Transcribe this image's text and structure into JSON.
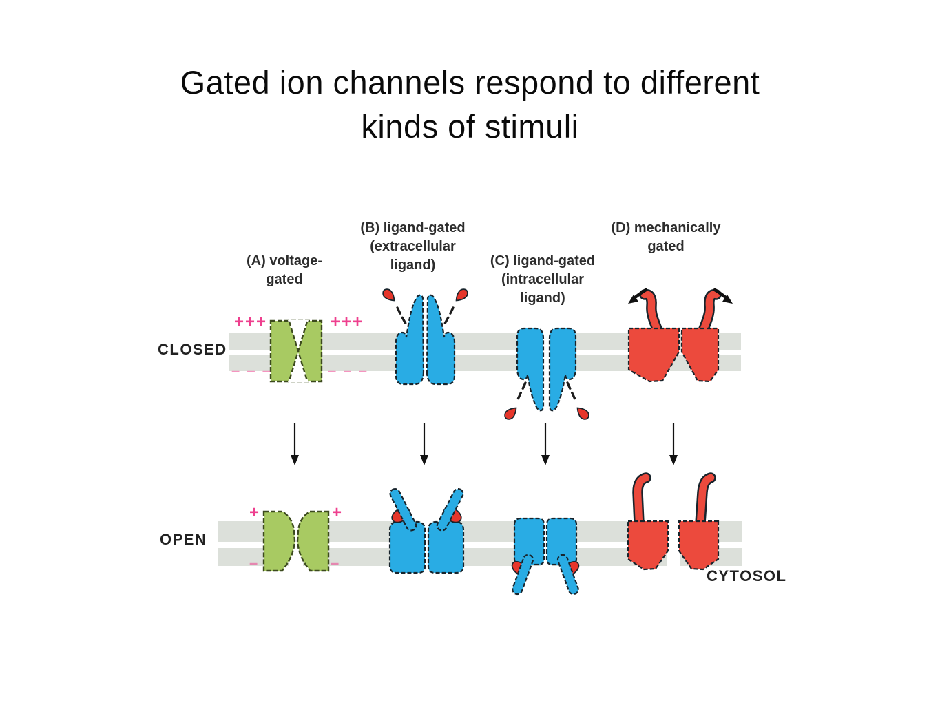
{
  "slide": {
    "title_line1": "Gated ion channels respond to different",
    "title_line2": "kinds of stimuli"
  },
  "diagram": {
    "row_labels": {
      "closed": "CLOSED",
      "open": "OPEN",
      "cytosol": "CYTOSOL"
    },
    "channels": {
      "a": {
        "label_line1": "(A) voltage-",
        "label_line2": "gated"
      },
      "b": {
        "label_line1": "(B) ligand-gated",
        "label_line2": "(extracellular",
        "label_line3": "ligand)"
      },
      "c": {
        "label_line1": "(C) ligand-gated",
        "label_line2": "(intracellular",
        "label_line3": "ligand)"
      },
      "d": {
        "label_line1": "(D) mechanically",
        "label_line2": "gated"
      }
    },
    "charges": {
      "closed_plus": "+++",
      "closed_minus": "– – –",
      "open_plus": "+",
      "open_minus": "–"
    },
    "colors": {
      "membrane_gray": "#dce0da",
      "voltage_green": "#a8ca62",
      "outline_green": "#3c4a1e",
      "ligand_blue": "#29ace4",
      "mechanical_red": "#ec4a3d",
      "ligand_red": "#e6362b",
      "outline_dark": "#18242c",
      "charge_pink": "#ee3f8e",
      "label_gray": "#2d2d2d"
    }
  }
}
